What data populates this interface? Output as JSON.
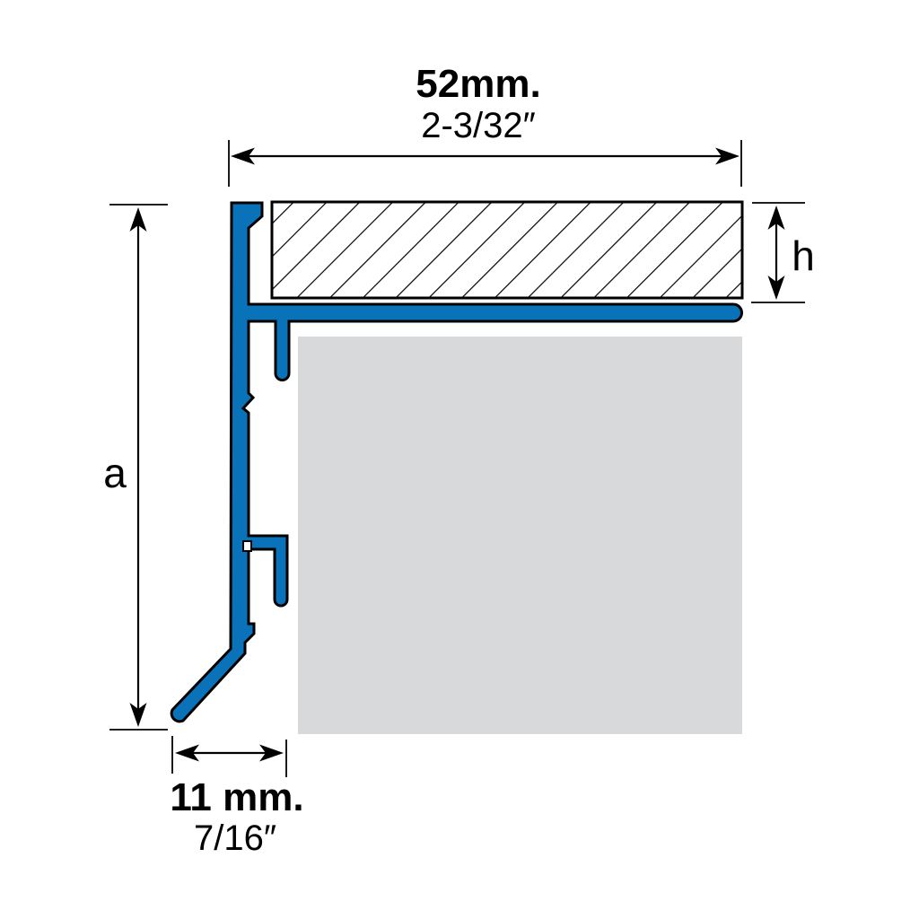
{
  "page": {
    "description": "Cross-section technical drawing of a blue tile edge drip profile with hatched tile, gray substrate and dimension annotations"
  },
  "colors": {
    "profile_fill": "#0A72B8",
    "substrate_fill": "#D8D9DB",
    "tile_fill": "#FFFFFF",
    "line": "#000000"
  },
  "dimensions": {
    "top_width": {
      "metric": "52mm.",
      "imperial": "2-3/32″"
    },
    "tile_thickness": {
      "symbol": "h"
    },
    "profile_height": {
      "symbol": "a"
    },
    "bottom_offset": {
      "metric": "11 mm.",
      "imperial": "7/16″"
    }
  }
}
